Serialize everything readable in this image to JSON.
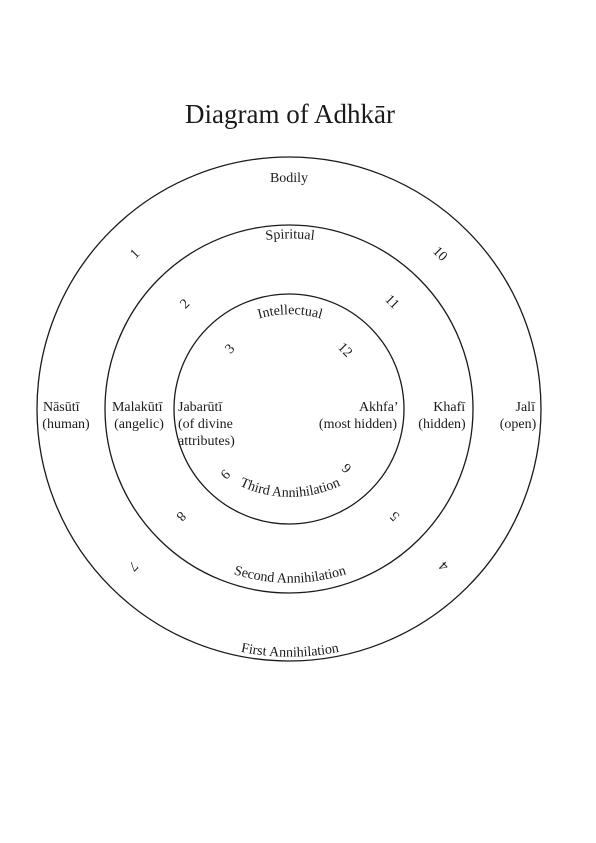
{
  "title": "Diagram of Adhkār",
  "rings": {
    "outer": {
      "top": "Bodily",
      "bottom": "First Annihilation",
      "left": [
        "Nāsūtī",
        "(human)"
      ],
      "right": [
        "Jalī",
        "(open)"
      ]
    },
    "middle": {
      "top": "Spiritual",
      "bottom": "Second Annihilation",
      "left": [
        "Malakūtī",
        "(angelic)"
      ],
      "right": [
        "Khafī",
        "(hidden)"
      ]
    },
    "inner": {
      "top": "Intellectual",
      "bottom": "Third Annihilation",
      "left": [
        "Jabarūtī",
        "(of divine",
        "attributes)"
      ],
      "right": [
        "Akhfa’",
        "(most hidden)"
      ]
    }
  },
  "numbers": [
    "1",
    "2",
    "3",
    "4",
    "5",
    "6",
    "7",
    "8",
    "9",
    "10",
    "11",
    "12"
  ]
}
